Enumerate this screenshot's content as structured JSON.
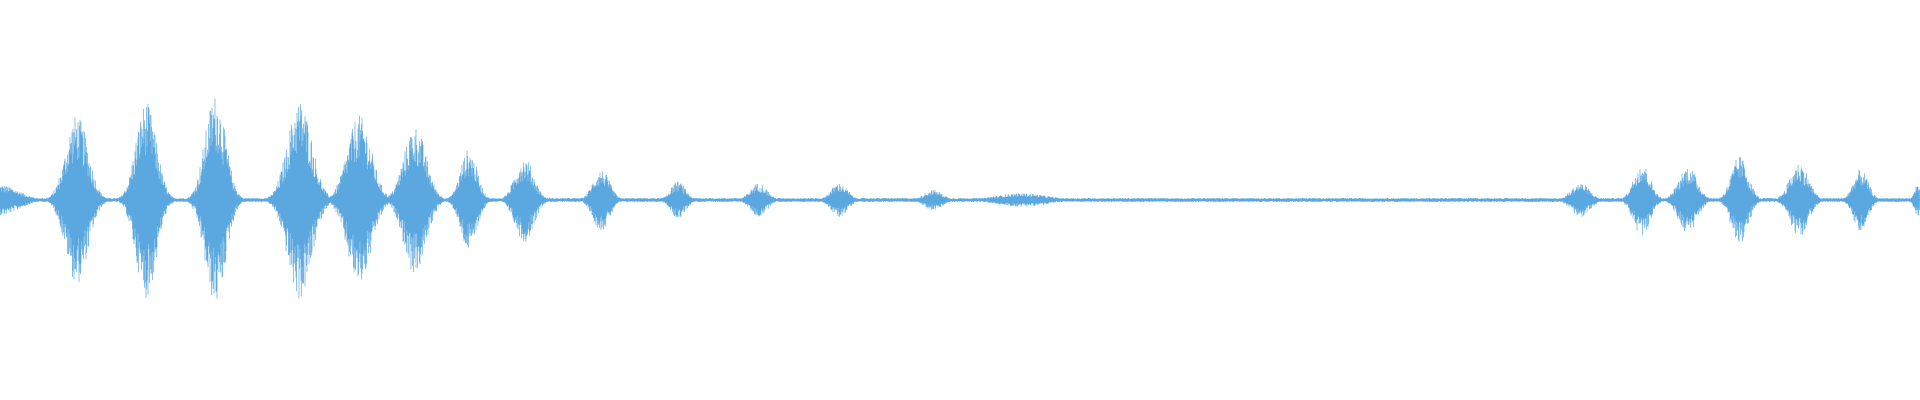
{
  "waveform": {
    "color": "#5ba8e0",
    "background": "#ffffff",
    "baseline_amplitude": 0.012,
    "bursts": [
      {
        "t": 0.0,
        "width": 0.02,
        "amplitude": 0.09
      },
      {
        "t": 0.04,
        "width": 0.012,
        "amplitude": 0.5
      },
      {
        "t": 0.076,
        "width": 0.011,
        "amplitude": 0.58
      },
      {
        "t": 0.112,
        "width": 0.011,
        "amplitude": 0.62
      },
      {
        "t": 0.156,
        "width": 0.013,
        "amplitude": 0.59
      },
      {
        "t": 0.187,
        "width": 0.013,
        "amplitude": 0.5
      },
      {
        "t": 0.216,
        "width": 0.012,
        "amplitude": 0.44
      },
      {
        "t": 0.244,
        "width": 0.009,
        "amplitude": 0.3
      },
      {
        "t": 0.273,
        "width": 0.01,
        "amplitude": 0.25
      },
      {
        "t": 0.313,
        "width": 0.009,
        "amplitude": 0.18
      },
      {
        "t": 0.353,
        "width": 0.008,
        "amplitude": 0.11
      },
      {
        "t": 0.395,
        "width": 0.009,
        "amplitude": 0.1
      },
      {
        "t": 0.437,
        "width": 0.009,
        "amplitude": 0.1
      },
      {
        "t": 0.486,
        "width": 0.01,
        "amplitude": 0.06
      },
      {
        "t": 0.532,
        "width": 0.028,
        "amplitude": 0.04
      },
      {
        "t": 0.823,
        "width": 0.01,
        "amplitude": 0.1
      },
      {
        "t": 0.855,
        "width": 0.009,
        "amplitude": 0.22
      },
      {
        "t": 0.879,
        "width": 0.01,
        "amplitude": 0.2
      },
      {
        "t": 0.906,
        "width": 0.009,
        "amplitude": 0.26
      },
      {
        "t": 0.937,
        "width": 0.01,
        "amplitude": 0.22
      },
      {
        "t": 0.969,
        "width": 0.008,
        "amplitude": 0.18
      },
      {
        "t": 0.999,
        "width": 0.004,
        "amplitude": 0.1
      }
    ]
  }
}
